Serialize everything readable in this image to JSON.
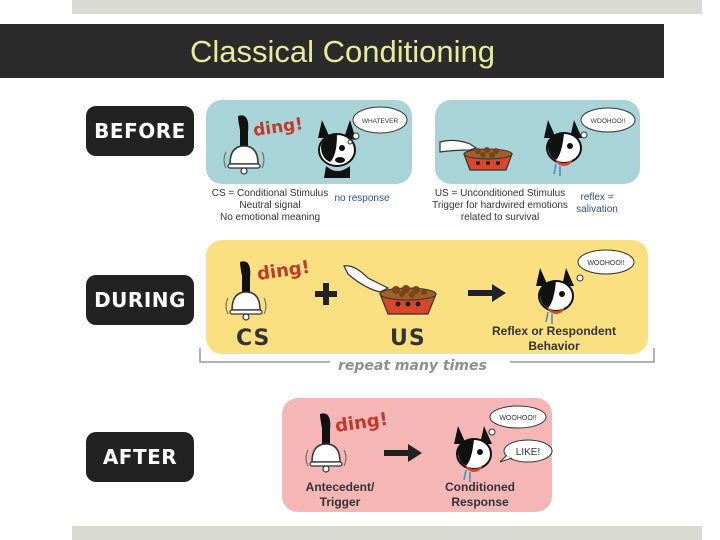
{
  "slide": {
    "title": "Classical Conditioning"
  },
  "stages": {
    "before": "BEFORE",
    "during": "DURING",
    "after": "AFTER"
  },
  "before": {
    "left_panel": {
      "sound": "ding!",
      "bubble": "WHATEVER",
      "caption_title": "CS = Conditional Stimulus",
      "caption_line2": "Neutral signal",
      "caption_line3": "No emotional meaning",
      "response": "no response"
    },
    "right_panel": {
      "bubble": "WOOHOO!!",
      "caption_title": "US = Unconditioned Stimulus",
      "caption_line2": "Trigger for hardwired emotions",
      "caption_line3": "related to survival",
      "reflex_line1": "reflex =",
      "reflex_line2": "salivation"
    }
  },
  "during": {
    "sound": "ding!",
    "cs_label": "CS",
    "us_label": "US",
    "bubble": "WOOHOO!!",
    "reflex_line1": "Reflex or Respondent",
    "reflex_line2": "Behavior",
    "repeat": "repeat many times"
  },
  "after": {
    "sound": "ding!",
    "bubble_top": "WOOHOO!!",
    "bubble_bottom": "LIKE!",
    "antecedent_line1": "Antecedent/",
    "antecedent_line2": "Trigger",
    "response_line1": "Conditioned",
    "response_line2": "Response"
  },
  "colors": {
    "title_text": "#e6ec9c",
    "title_band": "#2b2b2b",
    "panel_teal": "#a9d4d7",
    "panel_yellow": "#fbe082",
    "panel_pink": "#f5b6b6",
    "ding_red": "#c0392b"
  },
  "icons": [
    "bell-icon",
    "dog-icon",
    "food-bowl-icon",
    "hand-icon",
    "plus-icon",
    "arrow-icon",
    "thought-bubble-icon"
  ]
}
